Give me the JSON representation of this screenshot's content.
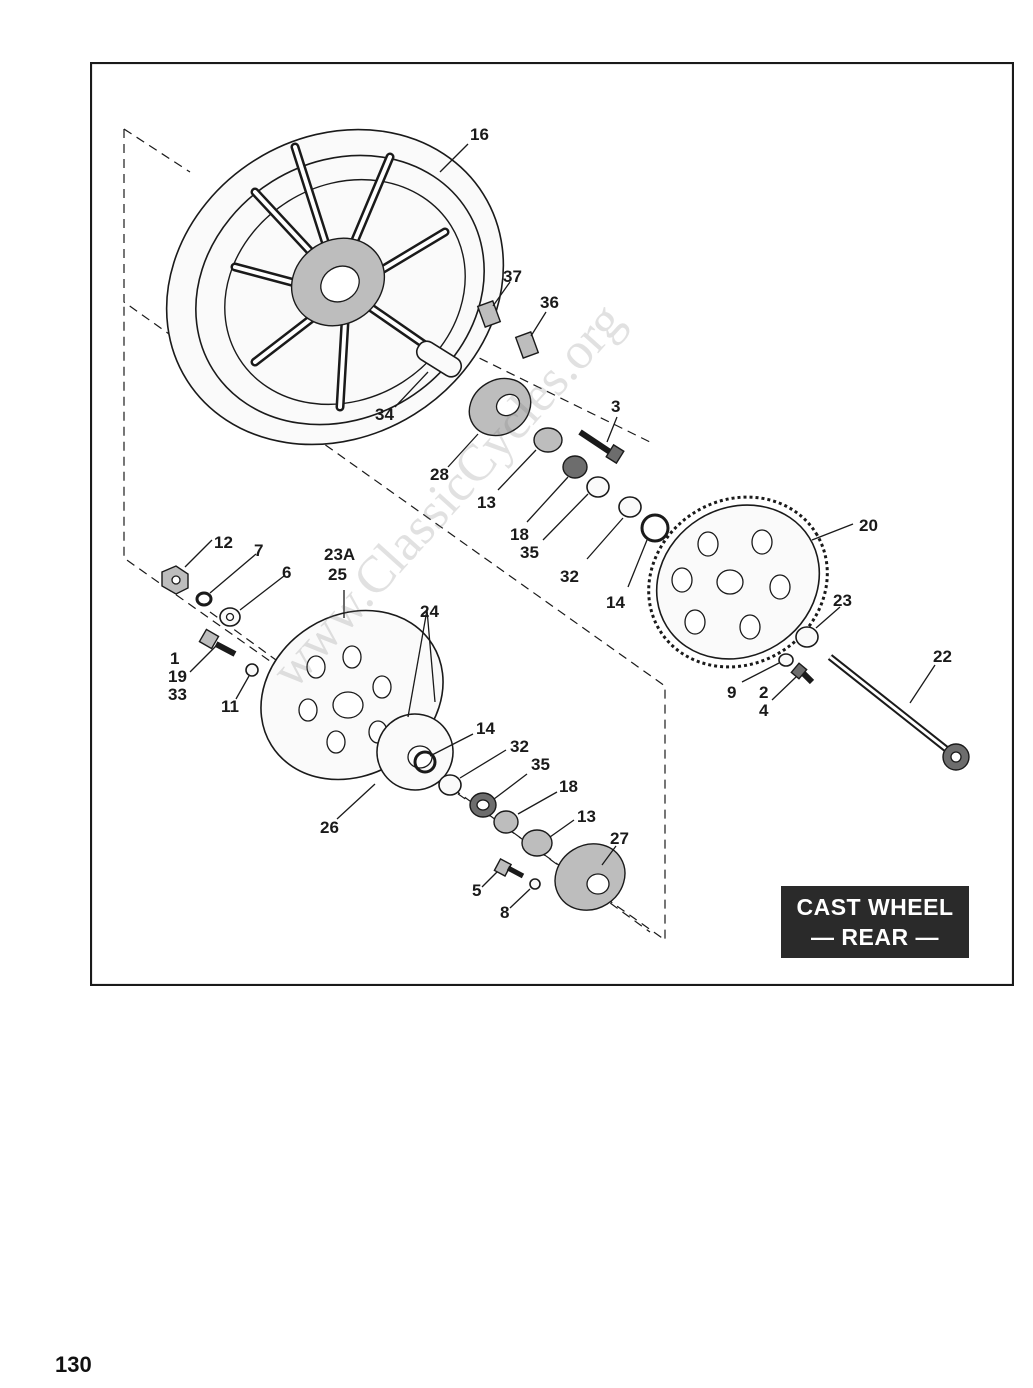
{
  "figure": {
    "title_line1": "CAST WHEEL",
    "title_line2": "— REAR —",
    "watermark": "www.ClassicCycles.org",
    "page_number": "130"
  },
  "labels": {
    "l16": "16",
    "l37": "37",
    "l36": "36",
    "l34": "34",
    "l3": "3",
    "l28": "28",
    "l13a": "13",
    "l18a": "18",
    "l35a": "35",
    "l32a": "32",
    "l14a": "14",
    "l20": "20",
    "l23": "23",
    "l22": "22",
    "l9": "9",
    "l2": "2",
    "l4": "4",
    "l12": "12",
    "l7": "7",
    "l6": "6",
    "l23A": "23A",
    "l25": "25",
    "l24": "24",
    "l1": "1",
    "l19": "19",
    "l33": "33",
    "l11": "11",
    "l14b": "14",
    "l32b": "32",
    "l35b": "35",
    "l18b": "18",
    "l13b": "13",
    "l27": "27",
    "l26": "26",
    "l5": "5",
    "l8": "8"
  }
}
